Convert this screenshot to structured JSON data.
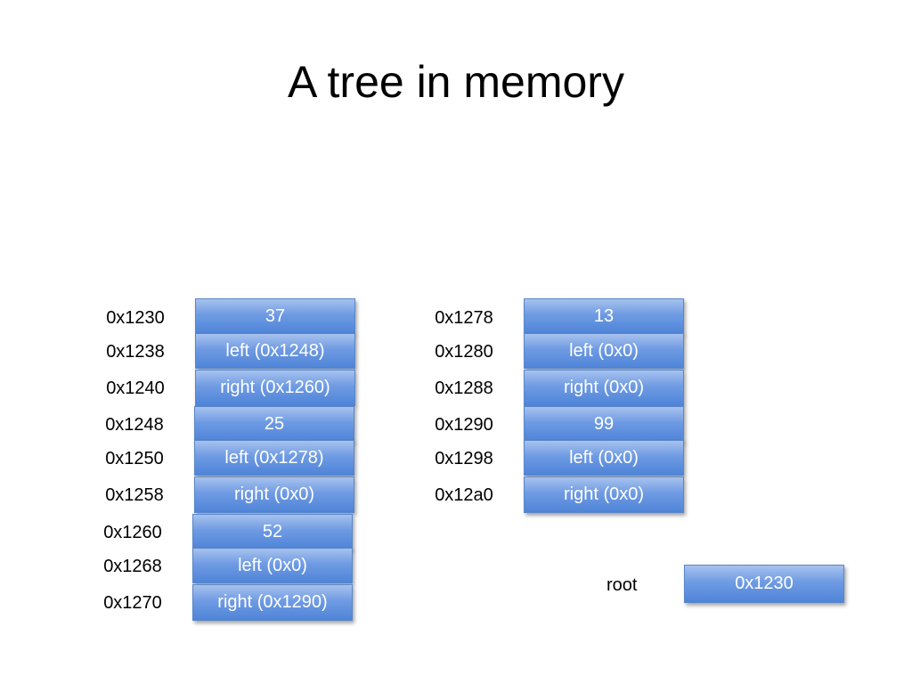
{
  "title": "A tree in memory",
  "nodes": [
    {
      "rows": [
        {
          "address": "0x1230",
          "value": "37"
        },
        {
          "address": "0x1238",
          "value": "left (0x1248)"
        },
        {
          "address": "0x1240",
          "value": "right (0x1260)"
        }
      ]
    },
    {
      "rows": [
        {
          "address": "0x1248",
          "value": "25"
        },
        {
          "address": "0x1250",
          "value": "left (0x1278)"
        },
        {
          "address": "0x1258",
          "value": "right (0x0)"
        }
      ]
    },
    {
      "rows": [
        {
          "address": "0x1260",
          "value": "52"
        },
        {
          "address": "0x1268",
          "value": "left (0x0)"
        },
        {
          "address": "0x1270",
          "value": "right (0x1290)"
        }
      ]
    },
    {
      "rows": [
        {
          "address": "0x1278",
          "value": "13"
        },
        {
          "address": "0x1280",
          "value": "left (0x0)"
        },
        {
          "address": "0x1288",
          "value": "right (0x0)"
        }
      ]
    },
    {
      "rows": [
        {
          "address": "0x1290",
          "value": "99"
        },
        {
          "address": "0x1298",
          "value": "left (0x0)"
        },
        {
          "address": "0x12a0",
          "value": "right (0x0)"
        }
      ]
    }
  ],
  "root": {
    "label": "root",
    "value": "0x1230"
  },
  "colors": {
    "cell_fill": "#6f9be3",
    "cell_border": "#5a86c8",
    "cell_text": "#ffffff"
  }
}
